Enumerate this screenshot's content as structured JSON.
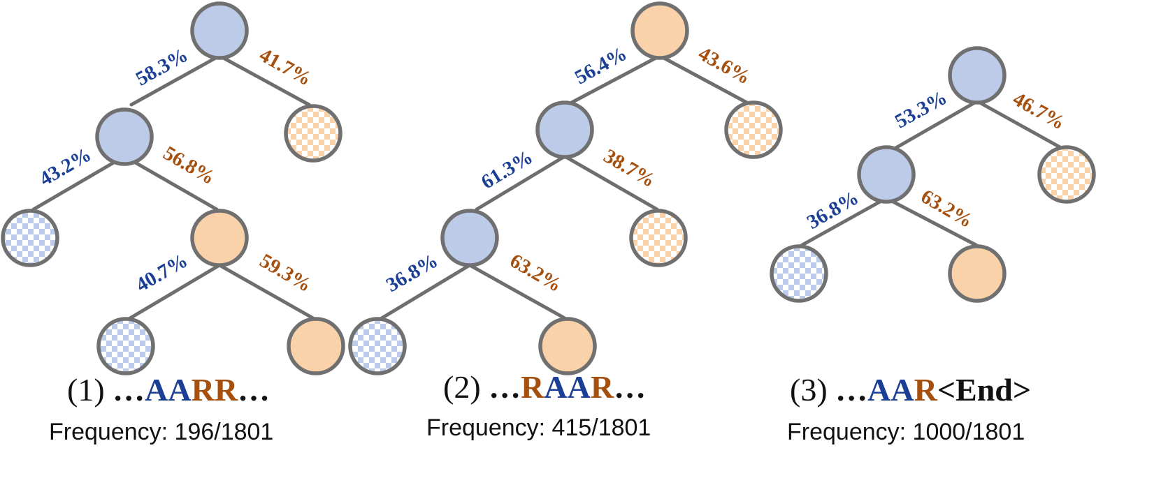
{
  "colors": {
    "blue_fill": "#bccbe8",
    "orange_fill": "#f9d2aa",
    "blue_text": "#1b3f95",
    "orange_text": "#a5500f",
    "edge": "#6e6e6e",
    "node_stroke": "#707070"
  },
  "trees": [
    {
      "caption_prefix": "(1) ",
      "caption_tokens": [
        {
          "text": "…",
          "color": "black"
        },
        {
          "text": "AA",
          "color": "blue"
        },
        {
          "text": "RR",
          "color": "orange"
        },
        {
          "text": "…",
          "color": "black"
        }
      ],
      "frequency": "Frequency: 196/1801",
      "percentages": [
        "58.3%",
        "41.7%",
        "43.2%",
        "56.8%",
        "40.7%",
        "59.3%"
      ]
    },
    {
      "caption_prefix": "(2) ",
      "caption_tokens": [
        {
          "text": "…",
          "color": "black"
        },
        {
          "text": "R",
          "color": "orange"
        },
        {
          "text": "AA",
          "color": "blue"
        },
        {
          "text": "R",
          "color": "orange"
        },
        {
          "text": "…",
          "color": "black"
        }
      ],
      "frequency": "Frequency: 415/1801",
      "percentages": [
        "56.4%",
        "43.6%",
        "61.3%",
        "38.7%",
        "36.8%",
        "63.2%"
      ]
    },
    {
      "caption_prefix": "(3) ",
      "caption_tokens": [
        {
          "text": "…",
          "color": "black"
        },
        {
          "text": "AA",
          "color": "blue"
        },
        {
          "text": "R",
          "color": "orange"
        },
        {
          "text": "<End>",
          "color": "black"
        }
      ],
      "frequency": "Frequency: 1000/1801",
      "percentages": [
        "53.3%",
        "46.7%",
        "36.8%",
        "63.2%"
      ]
    }
  ]
}
